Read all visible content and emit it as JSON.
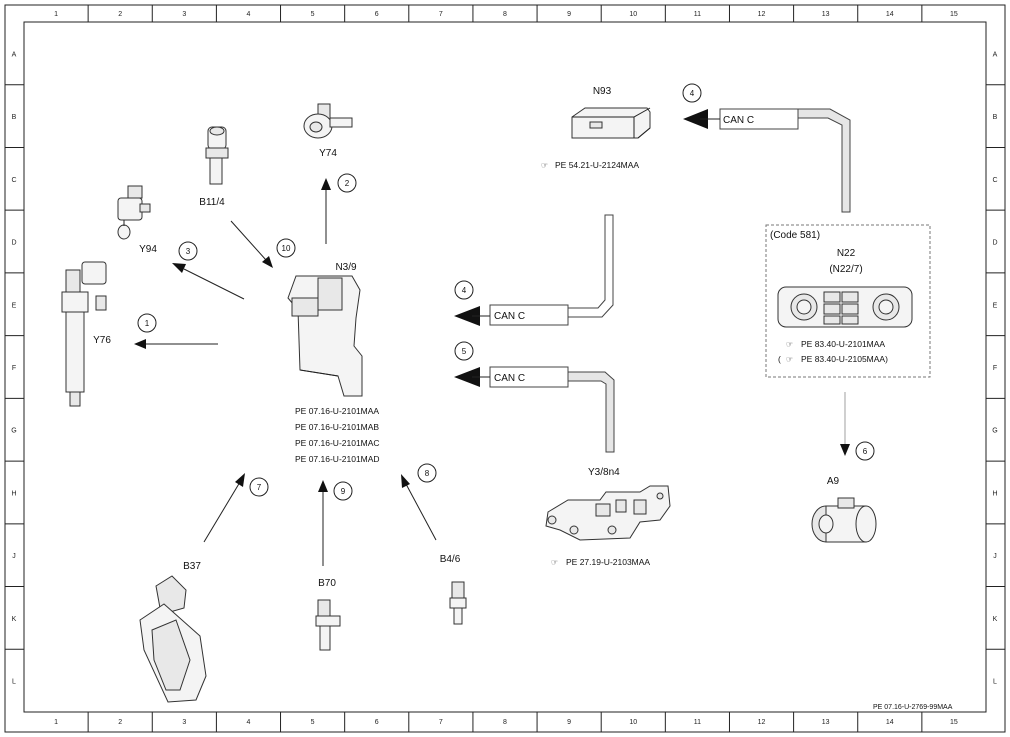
{
  "grid": {
    "columns": [
      "1",
      "2",
      "3",
      "4",
      "5",
      "6",
      "7",
      "8",
      "9",
      "10",
      "11",
      "12",
      "13",
      "14",
      "15"
    ],
    "rows": [
      "A",
      "B",
      "C",
      "D",
      "E",
      "F",
      "G",
      "H",
      "J",
      "K",
      "L"
    ]
  },
  "components": {
    "n93": {
      "label": "N93",
      "ref": "PE 54.21-U-2124MAA"
    },
    "y74": {
      "label": "Y74"
    },
    "b11_4": {
      "label": "B11/4"
    },
    "y94": {
      "label": "Y94"
    },
    "y76": {
      "label": "Y76"
    },
    "n3_9": {
      "label": "N3/9",
      "refs": [
        "PE 07.16-U-2101MAA",
        "PE 07.16-U-2101MAB",
        "PE 07.16-U-2101MAC",
        "PE 07.16-U-2101MAD"
      ]
    },
    "n22": {
      "code": "(Code 581)",
      "label": "N22",
      "sublabel": "(N22/7)",
      "ref1": "PE 83.40-U-2101MAA",
      "ref2": "PE 83.40-U-2105MAA)",
      "ref2_prefix": "("
    },
    "a9": {
      "label": "A9"
    },
    "y3_8n4": {
      "label": "Y3/8n4",
      "ref": "PE 27.19-U-2103MAA"
    },
    "b37": {
      "label": "B37"
    },
    "b70": {
      "label": "B70"
    },
    "b4_6": {
      "label": "B4/6"
    }
  },
  "buses": {
    "top": "CAN C",
    "mid": "CAN C",
    "low": "CAN C"
  },
  "callouts": [
    "1",
    "2",
    "3",
    "4",
    "4",
    "5",
    "6",
    "7",
    "8",
    "9",
    "10"
  ],
  "footer": "PE 07.16-U-2769-99MAA"
}
